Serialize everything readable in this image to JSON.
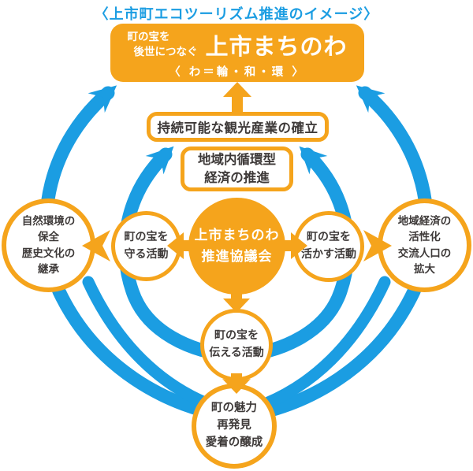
{
  "title": "〈上市町エコツーリズム推進のイメージ〉",
  "colors": {
    "cycle_blue": "#1b9de2",
    "accent_orange": "#f5a41c",
    "text_gray": "#3e3a39",
    "white": "#ffffff"
  },
  "banner": {
    "tagline_line1": "町の宝を",
    "tagline_line2": "後世につなぐ",
    "main": "上市まちのわ",
    "sub": "〈 わ＝輪・和・環 〉"
  },
  "goal_boxes": {
    "tourism": {
      "label": "持続可能な観光産業の確立"
    },
    "economy": {
      "line1": "地域内循環型",
      "line2": "経済の推進"
    }
  },
  "nodes": {
    "council": {
      "line1": "上市まちのわ",
      "line2": "推進協議会"
    },
    "mamoru": {
      "line1": "町の宝を",
      "line2": "守る活動"
    },
    "ikasu": {
      "line1": "町の宝を",
      "line2": "活かす活動"
    },
    "tsutaeru": {
      "line1": "町の宝を",
      "line2": "伝える活動"
    },
    "left_outcome": {
      "line1": "自然環境の",
      "line2": "保全",
      "line3": "歴史文化の",
      "line4": "継承"
    },
    "right_outcome": {
      "line1": "地域経済の",
      "line2": "活性化",
      "line3": "交流人口の",
      "line4": "拡大"
    },
    "bottom_outcome": {
      "line1": "町の魅力",
      "line2": "再発見",
      "line3": "愛着の醸成"
    }
  },
  "icons": {
    "blue_cycle_arrows": "hand-drawn blue arcs sweeping from bottom node up to the goals",
    "orange_flow_arrows": "orange block arrows linking council to activities and outcomes"
  }
}
